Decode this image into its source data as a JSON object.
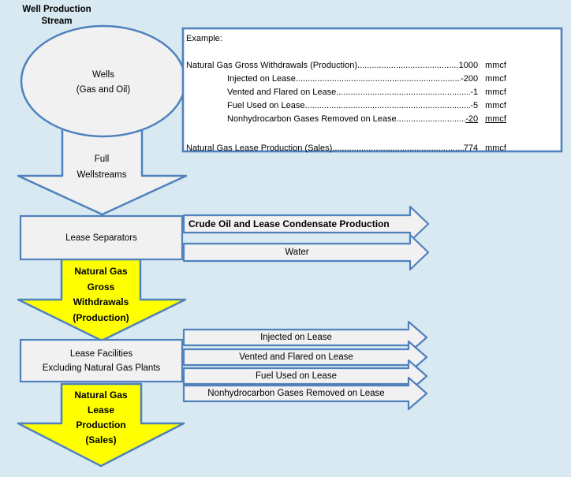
{
  "title_lines": [
    "Well Production",
    "Stream"
  ],
  "colors": {
    "background": "#d8e9f1",
    "shape_fill": "#f1f1f1",
    "border_blue": "#4f81bd",
    "highlight_yellow": "#ffff00",
    "example_box_fill": "#ffffff",
    "text": "#000000"
  },
  "nodes": {
    "wells": {
      "lines": [
        "Wells",
        "(Gas and Oil)"
      ]
    },
    "full_wellstreams": {
      "lines": [
        "Full",
        "Wellstreams"
      ]
    },
    "lease_separators": {
      "label": "Lease Separators"
    },
    "gross_withdrawals": {
      "lines": [
        "Natural Gas",
        "Gross",
        "Withdrawals",
        "(Production)"
      ]
    },
    "lease_facilities": {
      "lines": [
        "Lease Facilities",
        "Excluding Natural Gas Plants"
      ]
    },
    "lease_production": {
      "lines": [
        "Natural Gas",
        "Lease",
        "Production",
        "(Sales)"
      ]
    }
  },
  "outputs": {
    "crude_oil": "Crude Oil and Lease Condensate Production",
    "water": "Water",
    "injected": "Injected on Lease",
    "vented": "Vented and Flared on Lease",
    "fuel": "Fuel Used on Lease",
    "nonhydrocarbon": "Nonhydrocarbon Gases Removed on Lease"
  },
  "example": {
    "header": "Example:",
    "lines": [
      {
        "label": "Natural Gas Gross Withdrawals (Production)",
        "value": "1000",
        "unit": "mmcf"
      },
      {
        "label": "Injected on Lease",
        "value": "-200",
        "unit": "mmcf"
      },
      {
        "label": "Vented and Flared on Lease",
        "value": "-1",
        "unit": "mmcf"
      },
      {
        "label": "Fuel Used on Lease",
        "value": "-5",
        "unit": "mmcf"
      },
      {
        "label": "Nonhydrocarbon Gases Removed on Lease..",
        "value": "-20",
        "unit": "mmcf"
      },
      {
        "label": "Natural Gas Lease Production (Sales)",
        "value": "774",
        "unit": "mmcf"
      }
    ]
  }
}
